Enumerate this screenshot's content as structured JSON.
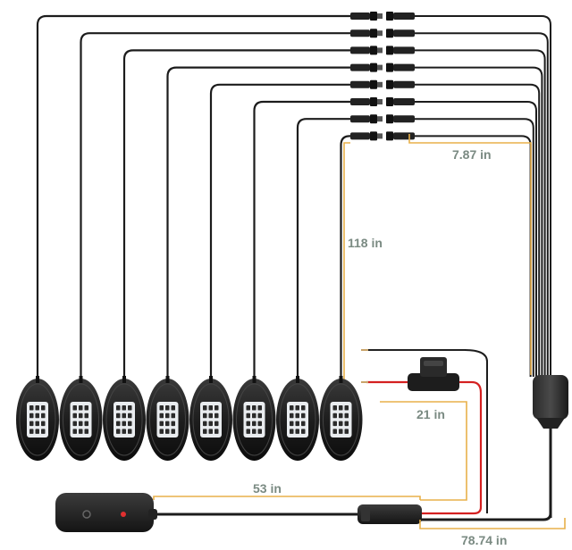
{
  "colors": {
    "wire": "#1c1c1c",
    "dimension_line": "#e8b04a",
    "red_wire": "#d42020",
    "dimension_text": "#7a8a82",
    "pod_body": "#1a1a1a",
    "led_panel": "#f2f4f6"
  },
  "diagram": {
    "light_pod_count": 8,
    "connector_count": 8,
    "dimensions": {
      "connector_lead": "7.87 in",
      "pod_cable": "118 in",
      "fuse_lead": "21 in",
      "controller_cable": "53 in",
      "power_cable": "78.74 in"
    },
    "icons": [
      "led-rock-light-pod-icon",
      "wire-connector-icon",
      "inline-fuse-holder-icon",
      "wire-junction-icon",
      "remote-controller-icon",
      "control-module-icon"
    ]
  }
}
